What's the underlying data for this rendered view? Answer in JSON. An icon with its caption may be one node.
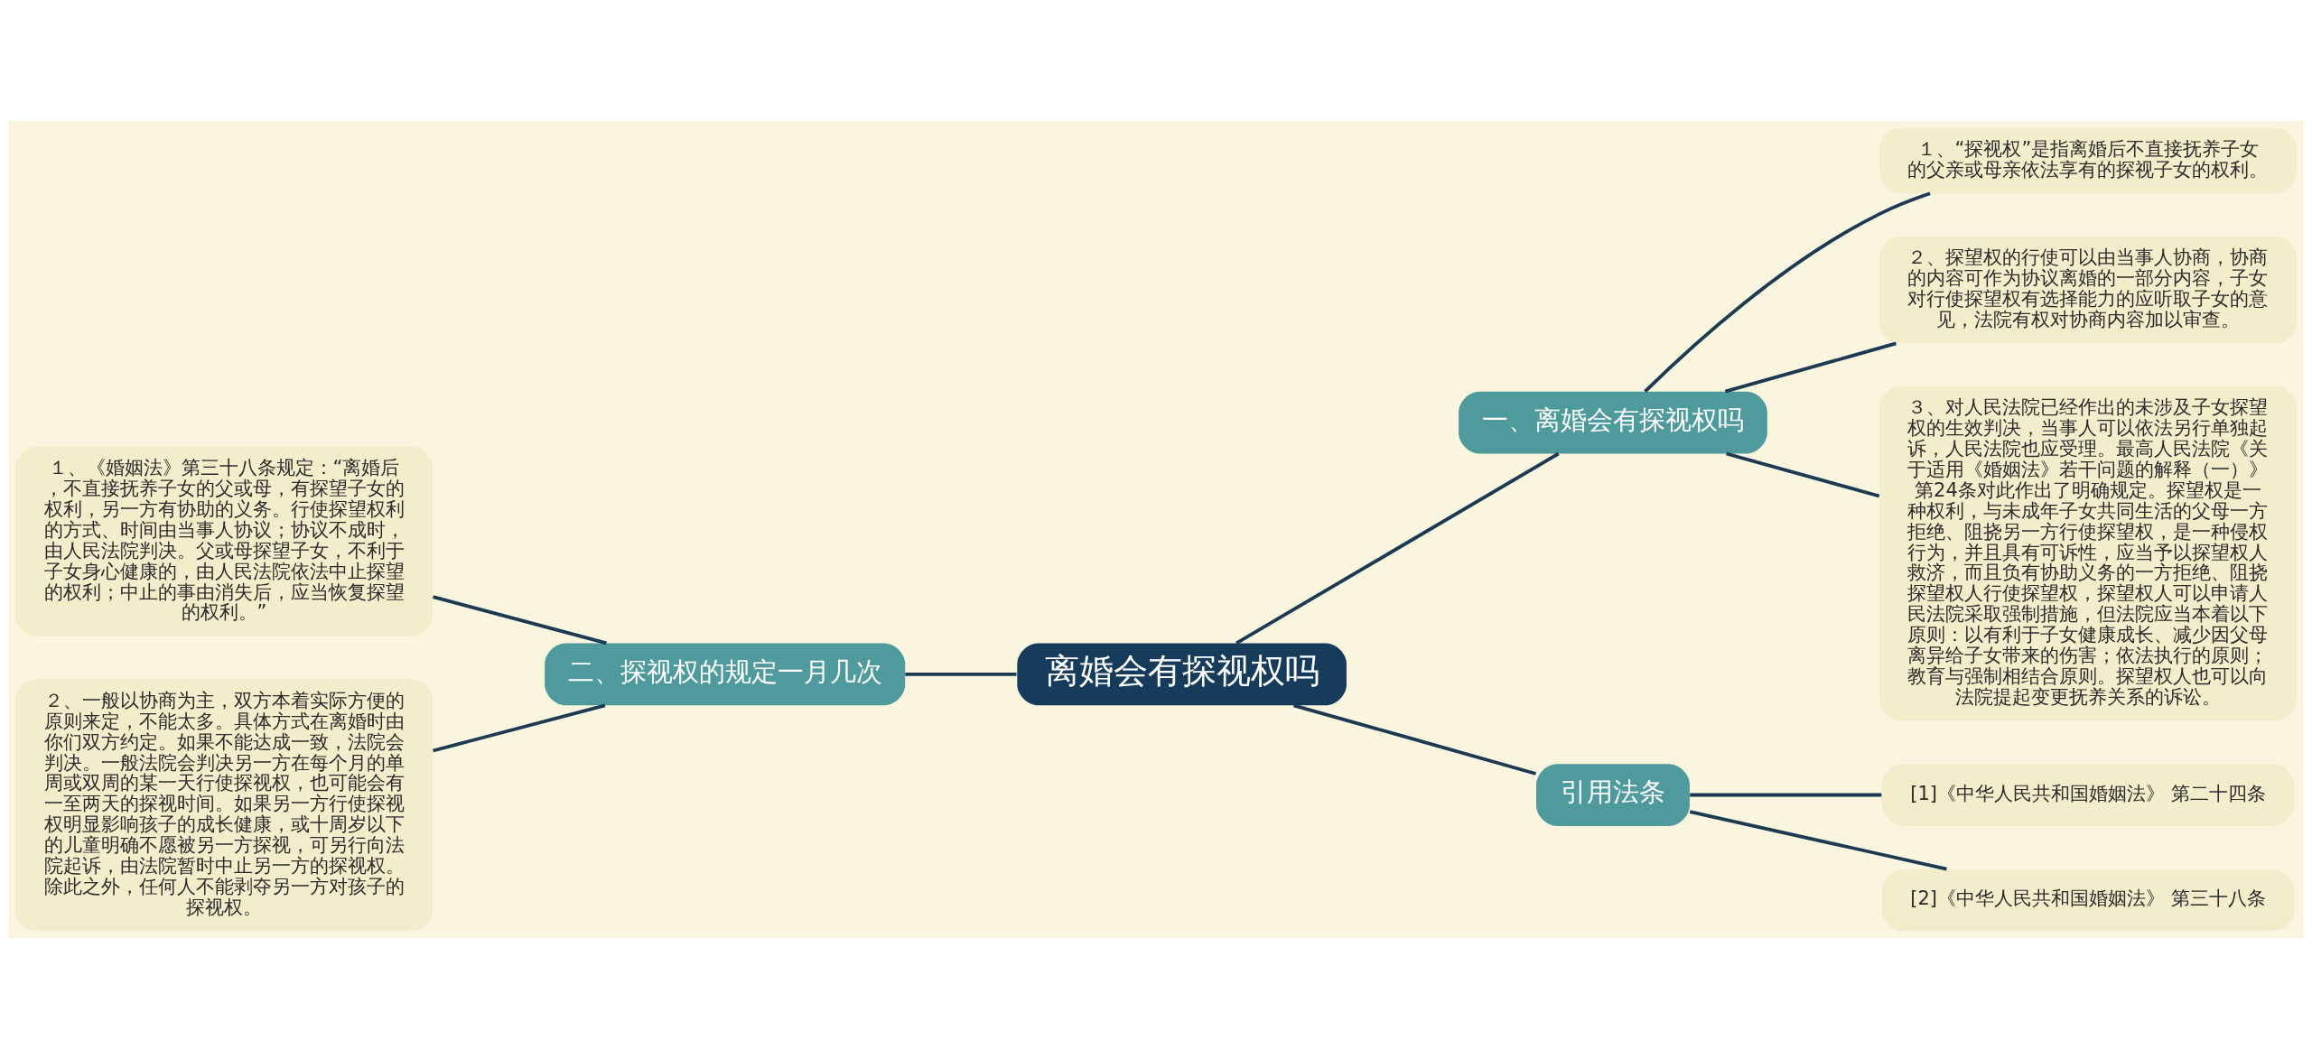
{
  "diagram": {
    "nodes": [
      {
        "text": [
          "离婚会有探视权吗"
        ]
      },
      {
        "text": [
          "一、离婚会有探视权吗"
        ]
      },
      {
        "text": [
          "１、“探视权”是指离婚后不直接抚养子女的父亲或母亲依法享有的探视子女的权利。"
        ]
      },
      {
        "text": [
          "２、探望权的行使可以由当事人协商，协商的内容可作为协议离婚的一部分内容，子女对行使探望权有选择能力的应听取子女的意见，法院有权对协商内容加以审查。"
        ]
      },
      {
        "text": [
          "３、对人民法院已经作出的未涉及子女探望权的生效判决，当事人可以依法另行单独起诉，人民法院也应受理。最高人民法院《关于适用《婚姻法》若干问题的解释（一）》第24条对此作出了明确规定。探望权是一种权利，与未成年子女共同生活的父母一方拒绝、阻挠另一方行使探望权，是一种侵权行为，并且具有可诉性，应当予以探望权人救济，而且负有协助义务的一方拒绝、阻挠探望权人行使探望权，探望权人可以申请人民法院采取强制措施，但法院应当本着以下原则：以有利于子女健康成长、减少因父母离异给子女带来的伤害；依法执行的原则；教育与强制相结合原则。探望权人也可以向法院提起变更抚养关系的诉讼。"
        ]
      },
      {
        "text": [
          "二、探视权的规定一月几次"
        ]
      },
      {
        "text": [
          "１、《婚姻法》第三十八条规定：“离婚后，不直接抚养子女的父或母，有探望子女的权利，另一方有协助的义务。行使探望权利的方式、时间由当事人协议；协议不成时，由人民法院判决。父或母探望子女，不利于子女身心健康的，由人民法院依法中止探望的权利；中止的事由消失后，应当恢复探望的权利。”"
        ]
      },
      {
        "text": [
          "２、一般以协商为主，双方本着实际方便的原则来定，不能太多。具体方式在离婚时由你们双方约定。如果不能达成一致，法院会判决。一般法院会判决另一方在每个月的单周或双周的某一天行使探视权，也可能会有一至两天的探视时间。如果另一方行使探视权明显影响孩子的成长健康，或十周岁以下的儿童明确不愿被另一方探视，可另行向法院起诉，由法院暂时中止另一方的探视权。除此之外，任何人不能剥夺另一方对孩子的探视权。"
        ]
      },
      {
        "text": [
          "引用法条"
        ]
      },
      {
        "text": [
          "[1]《中华人民共和国婚姻法》 第二十四条"
        ]
      },
      {
        "text": [
          "[2]《中华人民共和国婚姻法》 第三十八条"
        ]
      }
    ],
    "edges": [
      {
        "from": 0,
        "to": 1,
        "arrow": "none"
      },
      {
        "from": 1,
        "to": 2,
        "arrow": "none"
      },
      {
        "from": 1,
        "to": 3,
        "arrow": "none"
      },
      {
        "from": 1,
        "to": 4,
        "arrow": "none"
      },
      {
        "from": 0,
        "to": 5,
        "arrow": "none"
      },
      {
        "from": 5,
        "to": 6,
        "arrow": "none"
      },
      {
        "from": 5,
        "to": 7,
        "arrow": "none"
      },
      {
        "from": 0,
        "to": 8,
        "arrow": "none"
      },
      {
        "from": 8,
        "to": 9,
        "arrow": "none"
      },
      {
        "from": 8,
        "to": 10,
        "arrow": "none"
      }
    ]
  }
}
